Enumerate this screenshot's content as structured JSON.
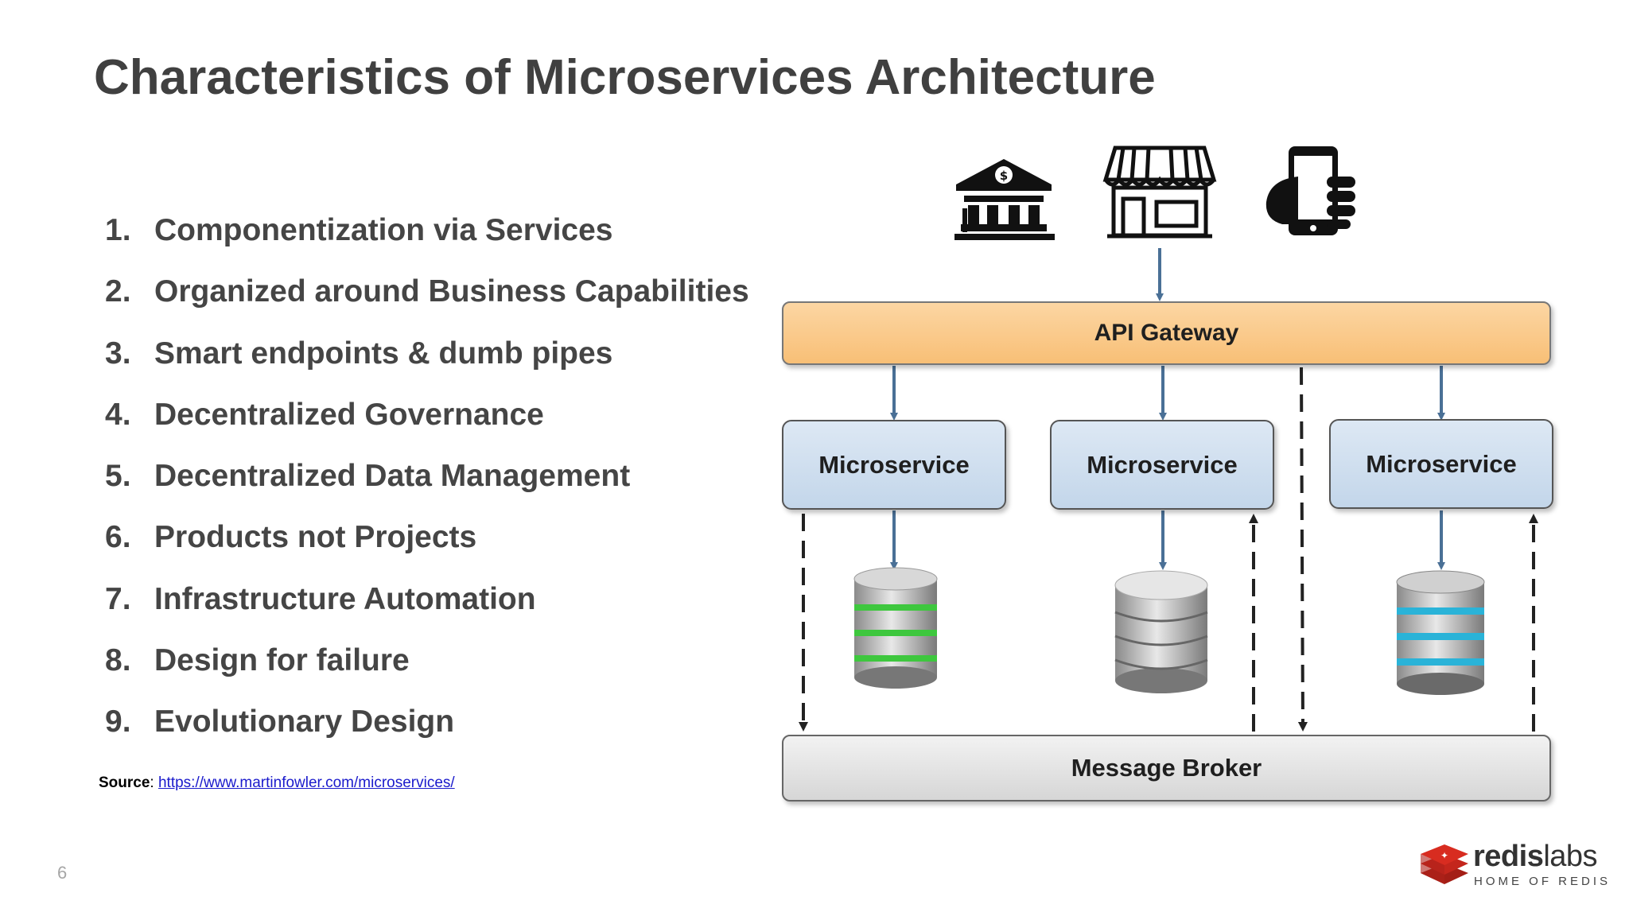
{
  "slide": {
    "title": "Characteristics of Microservices Architecture",
    "page_number": "6"
  },
  "characteristics": [
    {
      "num": "1.",
      "text": "Componentization via Services"
    },
    {
      "num": "2.",
      "text": "Organized around Business Capabilities"
    },
    {
      "num": "3.",
      "text": "Smart endpoints & dumb pipes"
    },
    {
      "num": "4.",
      "text": "Decentralized Governance"
    },
    {
      "num": "5.",
      "text": "Decentralized Data Management"
    },
    {
      "num": "6.",
      "text": "Products not Projects"
    },
    {
      "num": "7.",
      "text": "Infrastructure Automation"
    },
    {
      "num": "8.",
      "text": "Design for failure"
    },
    {
      "num": "9.",
      "text": "Evolutionary Design"
    }
  ],
  "source": {
    "label": "Source",
    "separator": ": ",
    "link_text": "https://www.martinfowler.com/microservices/"
  },
  "diagram": {
    "clients": [
      "bank-icon",
      "store-icon",
      "mobile-phone-icon"
    ],
    "gateway_label": "API Gateway",
    "microservices": [
      "Microservice",
      "Microservice",
      "Microservice"
    ],
    "databases": [
      {
        "icon": "database-icon",
        "band_color": "#3ec73e"
      },
      {
        "icon": "database-icon",
        "band_color": "#bdbdbd"
      },
      {
        "icon": "database-icon",
        "band_color": "#2ab3d8"
      }
    ],
    "broker_label": "Message Broker",
    "colors": {
      "gateway": "#f9c47f",
      "microservice": "#cddceb",
      "broker": "#e2e2e2",
      "arrow": "#4a7096"
    }
  },
  "brand": {
    "word_bold": "redis",
    "word_light": "labs",
    "tagline": "HOME OF REDIS",
    "color": "#d82c20"
  }
}
